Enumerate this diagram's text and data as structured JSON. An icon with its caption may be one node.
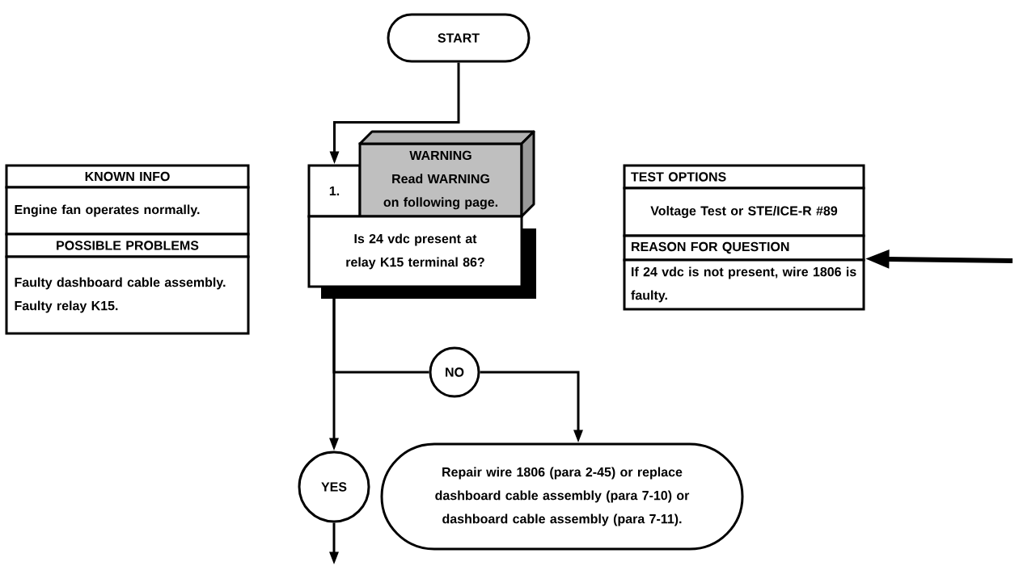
{
  "diagram": {
    "nodes": [
      {
        "text": [
          "START"
        ]
      },
      {
        "text": [
          "1."
        ]
      },
      {
        "text": [
          "WARNING",
          "Read WARNING on following page."
        ]
      },
      {
        "text": [
          "Is 24 vdc present at relay K15 terminal 86?"
        ]
      },
      {
        "text": [
          "KNOWN INFO"
        ]
      },
      {
        "text": [
          "Engine fan operates normally."
        ]
      },
      {
        "text": [
          "POSSIBLE PROBLEMS"
        ]
      },
      {
        "text": [
          "Faulty dashboard cable assembly.",
          "Faulty relay K15."
        ]
      },
      {
        "text": [
          "TEST OPTIONS"
        ]
      },
      {
        "text": [
          "Voltage Test or STE/ICE-R #89"
        ]
      },
      {
        "text": [
          "REASON FOR QUESTION"
        ]
      },
      {
        "text": [
          "If 24 vdc is not present, wire 1806 is faulty."
        ]
      },
      {
        "text": [
          "NO"
        ]
      },
      {
        "text": [
          "YES"
        ]
      },
      {
        "text": [
          "Repair wire 1806 (para 2-45) or replace dashboard cable assembly (para 7-10) or dashboard cable assembly (para 7-11)."
        ]
      }
    ],
    "edges": [
      {
        "from": 0,
        "to": 1,
        "arrow": "to"
      },
      {
        "from": 3,
        "to": 13,
        "arrow": "to"
      },
      {
        "from": 3,
        "to": 12,
        "arrow": "none"
      },
      {
        "from": 12,
        "to": 14,
        "arrow": "to"
      },
      {
        "from": 13,
        "to": null,
        "arrow": "to"
      },
      {
        "from": null,
        "to": 11,
        "arrow": "to",
        "style": "thick"
      }
    ]
  }
}
